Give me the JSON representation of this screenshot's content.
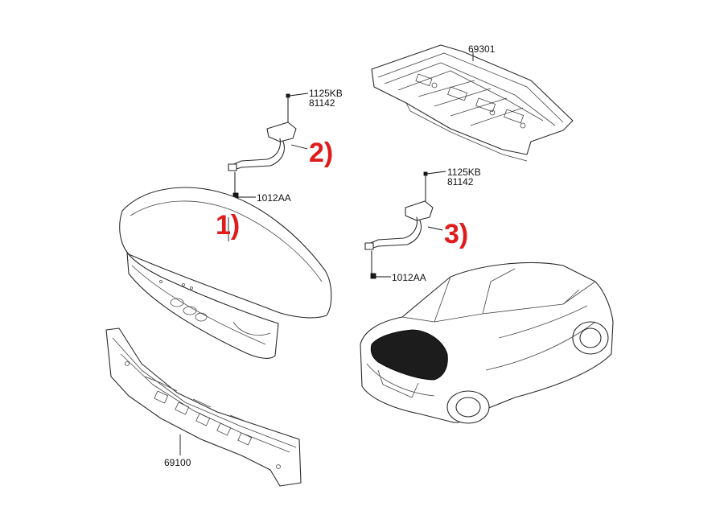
{
  "callouts": {
    "c1": "1)",
    "c2": "2)",
    "c3": "3)"
  },
  "part_numbers": {
    "top_panel": "69301",
    "left_strut_bolt_a": "1125KB",
    "left_strut_bolt_b": "81142",
    "left_strut_nut": "1012AA",
    "right_strut_bolt_a": "1125KB",
    "right_strut_bolt_b": "81142",
    "right_strut_nut": "1012AA",
    "rear_panel": "69100"
  },
  "colors": {
    "callout": "#e01b1b",
    "line": "#2a2a2a"
  }
}
